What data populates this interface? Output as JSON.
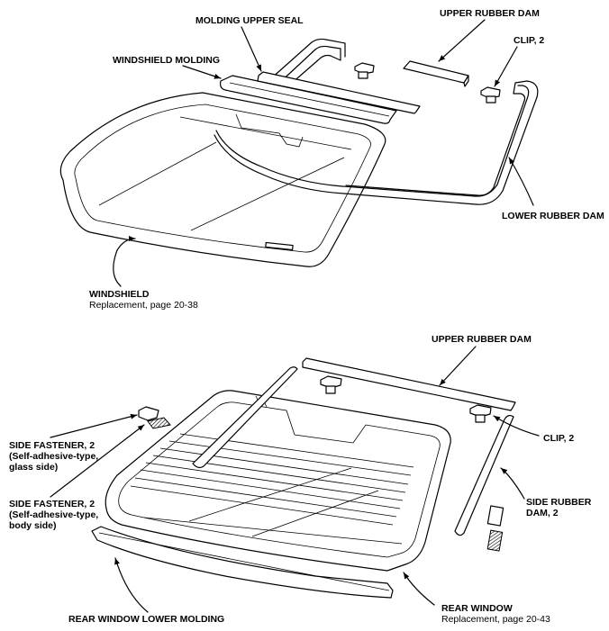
{
  "windshield_section": {
    "molding_upper_seal": "MOLDING UPPER SEAL",
    "upper_rubber_dam": "UPPER RUBBER DAM",
    "windshield_molding": "WINDSHIELD MOLDING",
    "clip": "CLIP, 2",
    "lower_rubber_dam": "LOWER RUBBER DAM",
    "windshield": "WINDSHIELD",
    "windshield_ref": "Replacement, page 20-38"
  },
  "rear_section": {
    "upper_rubber_dam": "UPPER RUBBER DAM",
    "side_fastener_glass_1": "SIDE FASTENER, 2",
    "side_fastener_glass_2": "(Self-adhesive-type,",
    "side_fastener_glass_3": "glass side)",
    "side_fastener_body_1": "SIDE FASTENER, 2",
    "side_fastener_body_2": "(Self-adhesive-type,",
    "side_fastener_body_3": "body side)",
    "clip": "CLIP, 2",
    "side_rubber_dam_1": "SIDE RUBBER",
    "side_rubber_dam_2": "DAM, 2",
    "rear_window_lower_molding": "REAR WINDOW LOWER MOLDING",
    "rear_window": "REAR WINDOW",
    "rear_window_ref": "Replacement, page 20-43"
  },
  "colors": {
    "line": "#000000",
    "background": "#ffffff"
  }
}
